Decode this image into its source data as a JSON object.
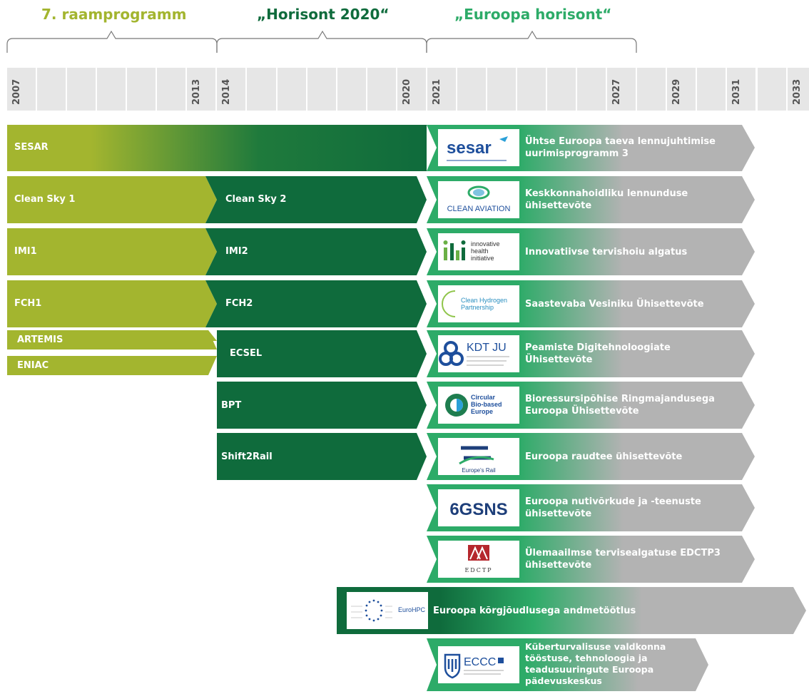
{
  "programmes": {
    "fp7": "7. raamprogramm",
    "h2020": "„Horisont 2020“",
    "horizon_europe": "„Euroopa horisont“"
  },
  "years": [
    "2007",
    "2013",
    "2014",
    "2020",
    "2021",
    "2027",
    "2029",
    "2031",
    "2033"
  ],
  "colors": {
    "fp7_green": "#a3b52f",
    "h2020_green": "#0f6b3c",
    "he_green": "#2dab68",
    "arrow_grey": "#b3b3b3",
    "year_cell": "#e6e6e6"
  },
  "rows": {
    "sesar": {
      "old": "SESAR",
      "new": "Ühtse Euroopa taeva lennujuhtimise uurimisprogramm 3",
      "logo": "sesar"
    },
    "cleansky": {
      "fp7": "Clean Sky 1",
      "h2020": "Clean Sky 2",
      "new": "Keskkonnahoidliku lennunduse ühisettevõte",
      "logo": "CLEAN AVIATION"
    },
    "imi": {
      "fp7": "IMI1",
      "h2020": "IMI2",
      "new": "Innovatiivse tervishoiu algatus",
      "logo_line1": "innovative",
      "logo_line2": "health",
      "logo_line3": "initiative"
    },
    "fch": {
      "fp7": "FCH1",
      "h2020": "FCH2",
      "new": "Saastevaba Vesiniku Ühisettevõte",
      "logo_line1": "Clean Hydrogen",
      "logo_line2": "Partnership"
    },
    "ecsel": {
      "fp7_a": "ARTEMIS",
      "fp7_b": "ENIAC",
      "h2020": "ECSEL",
      "new": "Peamiste Digitehnoloogiate Ühisettevõte",
      "logo": "KDT JU"
    },
    "bpt": {
      "h2020": "BPT",
      "new": "Bioressursipõhise Ringmajandusega Euroopa Ühisettevõte",
      "logo_line1": "Circular",
      "logo_line2": "Bio-based",
      "logo_line3": "Europe"
    },
    "s2r": {
      "h2020": "Shift2Rail",
      "new": "Euroopa raudtee ühisettevõte",
      "logo": "Europe's Rail"
    },
    "sns": {
      "new": "Euroopa nutivõrkude ja -teenuste ühisettevõte",
      "logo": "6GSNS"
    },
    "edctp": {
      "new": "Ülemaailmse tervisealgatuse EDCTP3 ühisettevõte",
      "logo": "EDCTP"
    },
    "hpc": {
      "new": "Euroopa kõrgjõudlusega andmetöötlus",
      "logo": "EuroHPC"
    },
    "eccc": {
      "new": "Küberturvalisuse valdkonna tööstuse, tehnoloogia ja teadusuuringute Euroopa pädevuskeskus",
      "logo": "ECCC"
    }
  }
}
